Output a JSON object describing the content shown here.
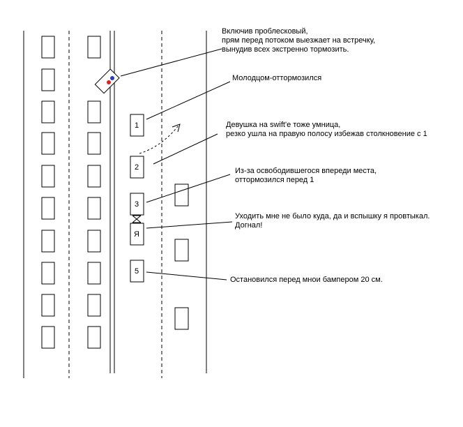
{
  "cars": {
    "c1": "1",
    "c2": "2",
    "c3": "3",
    "me": "Я",
    "c5": "5"
  },
  "notes": {
    "police": [
      "Включив проблесковый,",
      "прям перед потоком выезжает на встречку,",
      "вынудив всех экстренно тормозить."
    ],
    "car1": [
      "Молодцом-оттормозился"
    ],
    "car2": [
      "Девушка на swift'e тоже умница,",
      "резко ушла на правую полосу избежав столкновение с 1"
    ],
    "car3": [
      "Из-за освободившегося впереди места,",
      "оттормозился перед 1"
    ],
    "me": [
      "Уходить мне не было куда, да и вспышку я провтыкал.",
      "Догнал!"
    ],
    "car5": [
      "Остановился перед мнои бампером 20 см."
    ]
  },
  "colors": {
    "siren_blue": "#1f3fd0",
    "siren_red": "#e02020"
  }
}
